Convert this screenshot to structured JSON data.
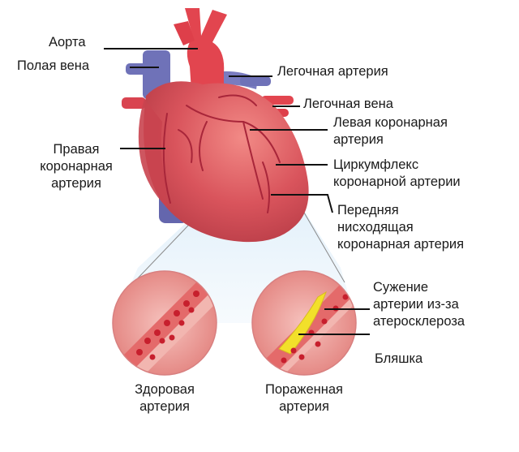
{
  "labels": {
    "aorta": "Аорта",
    "vena_cava": "Полая вена",
    "pulmonary_artery": "Легочная артерия",
    "pulmonary_vein": "Легочная вена",
    "left_coronary": "Левая коронарная\nартерия",
    "right_coronary": "Правая\nкоронарная\nартерия",
    "circumflex": "Циркумфлекс\nкоронарной артерии",
    "lad": "Передняя\nнисходящая\nкоронарная артерия",
    "narrowing": "Сужение\nартерии из-за\nатеросклероза",
    "plaque": "Бляшка",
    "healthy": "Здоровая\nартерия",
    "damaged": "Пораженная\nартерия"
  },
  "colors": {
    "heart": "#d9545c",
    "vein": "#6f72b8",
    "aorta": "#e2454f",
    "plaque": "#f2e02a",
    "artery_wall": "#ee9a95",
    "blood_cell": "#c71f2d"
  }
}
